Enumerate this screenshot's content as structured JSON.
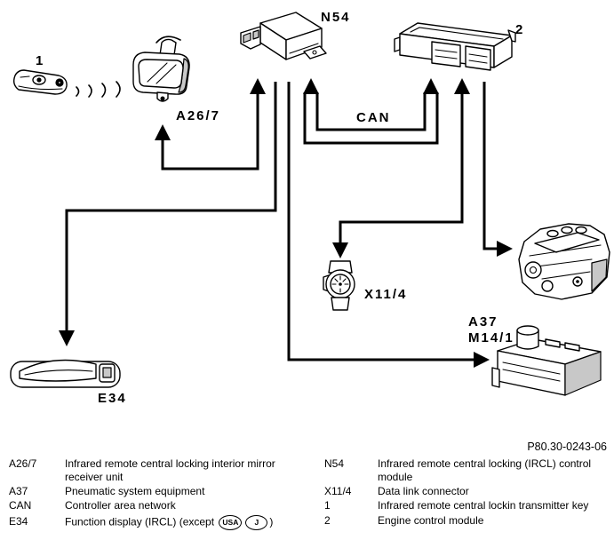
{
  "labels": {
    "transmitter_key": "1",
    "mirror_receiver": "A26/7",
    "control_module": "N54",
    "engine_control_module": "2",
    "can_bus": "CAN",
    "data_link_connector": "X11/4",
    "pneumatic_a": "A37",
    "pneumatic_b": "M14/1",
    "door_handle": "E34"
  },
  "figure_id": "P80.30-0243-06",
  "legend": {
    "left": [
      {
        "code": "A26/7",
        "text": "Infrared remote central locking interior mirror receiver unit"
      },
      {
        "code": "A37",
        "text": "Pneumatic system equipment"
      },
      {
        "code": "CAN",
        "text": "Controller area network"
      },
      {
        "code": "E34",
        "text": "Function display (IRCL) (except",
        "badges": [
          "USA",
          "J"
        ],
        "suffix": ")"
      }
    ],
    "right": [
      {
        "code": "N54",
        "text": "Infrared remote central locking (IRCL) control module"
      },
      {
        "code": "X11/4",
        "text": "Data link connector"
      },
      {
        "code": "1",
        "text": "Infrared remote central lockin transmitter key"
      },
      {
        "code": "2",
        "text": "Engine control module"
      }
    ]
  }
}
